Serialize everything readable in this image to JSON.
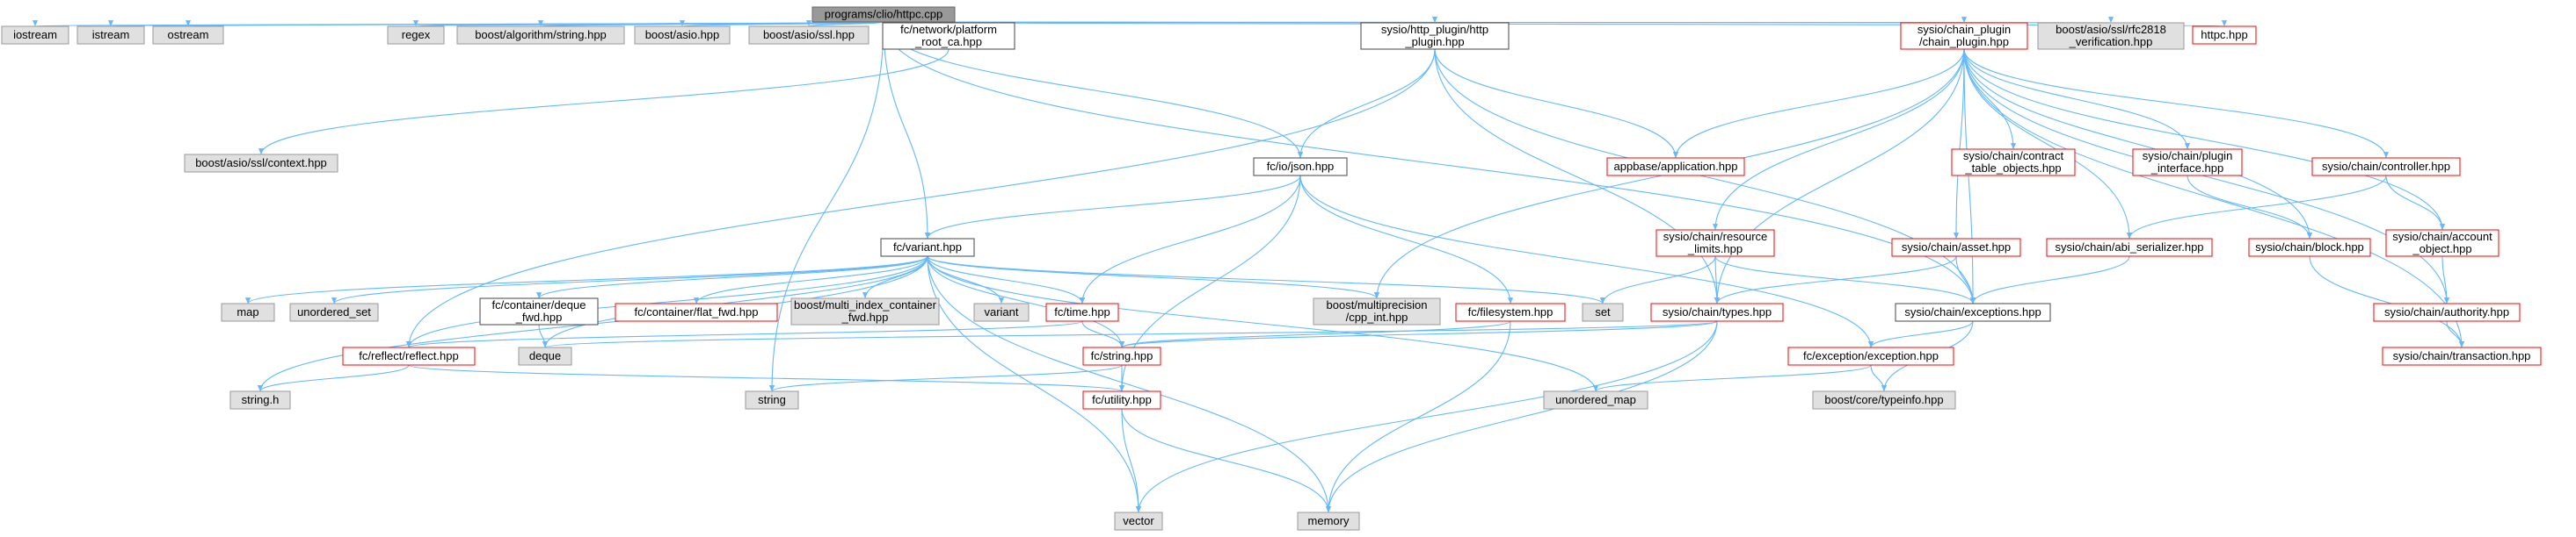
{
  "colors": {
    "root_fill": "#999999",
    "root_stroke": "#666666",
    "documented_fill": "#ffffff",
    "documented_stroke": "#444444",
    "external_fill": "#e0e0e0",
    "external_stroke": "#999999",
    "truncated_stroke": "#ff0000",
    "edge": "#63b8ff",
    "text": "#000000"
  },
  "graph": {
    "nodes": [
      {
        "id": "root",
        "kind": "root",
        "lines": [
          "programs/clio/httpc.cpp"
        ]
      },
      {
        "id": "iostream",
        "kind": "external",
        "lines": [
          "iostream"
        ]
      },
      {
        "id": "istream",
        "kind": "external",
        "lines": [
          "istream"
        ]
      },
      {
        "id": "ostream",
        "kind": "external",
        "lines": [
          "ostream"
        ]
      },
      {
        "id": "regex",
        "kind": "external",
        "lines": [
          "regex"
        ]
      },
      {
        "id": "boost_alg_string",
        "kind": "external",
        "lines": [
          "boost/algorithm/string.hpp"
        ]
      },
      {
        "id": "boost_asio",
        "kind": "external",
        "lines": [
          "boost/asio.hpp"
        ]
      },
      {
        "id": "boost_asio_ssl",
        "kind": "external",
        "lines": [
          "boost/asio/ssl.hpp"
        ]
      },
      {
        "id": "fc_network_root_ca",
        "kind": "documented",
        "lines": [
          "fc/network/platform",
          "_root_ca.hpp"
        ]
      },
      {
        "id": "http_plugin",
        "kind": "documented",
        "lines": [
          "sysio/http_plugin/http",
          "_plugin.hpp"
        ]
      },
      {
        "id": "chain_plugin",
        "kind": "truncated",
        "lines": [
          "sysio/chain_plugin",
          "/chain_plugin.hpp"
        ]
      },
      {
        "id": "rfc2818",
        "kind": "external",
        "lines": [
          "boost/asio/ssl/rfc2818",
          "_verification.hpp"
        ]
      },
      {
        "id": "httpc_hpp",
        "kind": "truncated",
        "lines": [
          "httpc.hpp"
        ]
      },
      {
        "id": "ssl_context",
        "kind": "external",
        "lines": [
          "boost/asio/ssl/context.hpp"
        ]
      },
      {
        "id": "fc_io_json",
        "kind": "documented",
        "lines": [
          "fc/io/json.hpp"
        ]
      },
      {
        "id": "appbase_app",
        "kind": "truncated",
        "lines": [
          "appbase/application.hpp"
        ]
      },
      {
        "id": "contract_table_objects",
        "kind": "truncated",
        "lines": [
          "sysio/chain/contract",
          "_table_objects.hpp"
        ]
      },
      {
        "id": "plugin_interface",
        "kind": "truncated",
        "lines": [
          "sysio/chain/plugin",
          "_interface.hpp"
        ]
      },
      {
        "id": "controller",
        "kind": "truncated",
        "lines": [
          "sysio/chain/controller.hpp"
        ]
      },
      {
        "id": "fc_variant",
        "kind": "documented",
        "lines": [
          "fc/variant.hpp"
        ]
      },
      {
        "id": "resource_limits",
        "kind": "truncated",
        "lines": [
          "sysio/chain/resource",
          "_limits.hpp"
        ]
      },
      {
        "id": "asset",
        "kind": "truncated",
        "lines": [
          "sysio/chain/asset.hpp"
        ]
      },
      {
        "id": "abi_serializer",
        "kind": "truncated",
        "lines": [
          "sysio/chain/abi_serializer.hpp"
        ]
      },
      {
        "id": "block",
        "kind": "truncated",
        "lines": [
          "sysio/chain/block.hpp"
        ]
      },
      {
        "id": "account_object",
        "kind": "truncated",
        "lines": [
          "sysio/chain/account",
          "_object.hpp"
        ]
      },
      {
        "id": "map",
        "kind": "external",
        "lines": [
          "map"
        ]
      },
      {
        "id": "unordered_set",
        "kind": "external",
        "lines": [
          "unordered_set"
        ]
      },
      {
        "id": "deque_fwd",
        "kind": "documented",
        "lines": [
          "fc/container/deque",
          "_fwd.hpp"
        ]
      },
      {
        "id": "flat_fwd",
        "kind": "truncated",
        "lines": [
          "fc/container/flat_fwd.hpp"
        ]
      },
      {
        "id": "multi_index_fwd",
        "kind": "external",
        "lines": [
          "boost/multi_index_container",
          "_fwd.hpp"
        ]
      },
      {
        "id": "variant_std",
        "kind": "external",
        "lines": [
          "variant"
        ]
      },
      {
        "id": "fc_time",
        "kind": "truncated",
        "lines": [
          "fc/time.hpp"
        ]
      },
      {
        "id": "cpp_int",
        "kind": "external",
        "lines": [
          "boost/multiprecision",
          "/cpp_int.hpp"
        ]
      },
      {
        "id": "fc_filesystem",
        "kind": "truncated",
        "lines": [
          "fc/filesystem.hpp"
        ]
      },
      {
        "id": "set",
        "kind": "external",
        "lines": [
          "set"
        ]
      },
      {
        "id": "chain_types",
        "kind": "truncated",
        "lines": [
          "sysio/chain/types.hpp"
        ]
      },
      {
        "id": "chain_exceptions",
        "kind": "documented",
        "lines": [
          "sysio/chain/exceptions.hpp"
        ]
      },
      {
        "id": "authority",
        "kind": "truncated",
        "lines": [
          "sysio/chain/authority.hpp"
        ]
      },
      {
        "id": "transaction",
        "kind": "truncated",
        "lines": [
          "sysio/chain/transaction.hpp"
        ]
      },
      {
        "id": "fc_reflect",
        "kind": "truncated",
        "lines": [
          "fc/reflect/reflect.hpp"
        ]
      },
      {
        "id": "deque",
        "kind": "external",
        "lines": [
          "deque"
        ]
      },
      {
        "id": "fc_string",
        "kind": "truncated",
        "lines": [
          "fc/string.hpp"
        ]
      },
      {
        "id": "fc_exception",
        "kind": "truncated",
        "lines": [
          "fc/exception/exception.hpp"
        ]
      },
      {
        "id": "string_h",
        "kind": "external",
        "lines": [
          "string.h"
        ]
      },
      {
        "id": "string_std",
        "kind": "external",
        "lines": [
          "string"
        ]
      },
      {
        "id": "fc_utility",
        "kind": "truncated",
        "lines": [
          "fc/utility.hpp"
        ]
      },
      {
        "id": "unordered_map",
        "kind": "external",
        "lines": [
          "unordered_map"
        ]
      },
      {
        "id": "typeinfo",
        "kind": "external",
        "lines": [
          "boost/core/typeinfo.hpp"
        ]
      },
      {
        "id": "vector",
        "kind": "external",
        "lines": [
          "vector"
        ]
      },
      {
        "id": "memory",
        "kind": "external",
        "lines": [
          "memory"
        ]
      }
    ],
    "edges": [
      [
        "root",
        "iostream"
      ],
      [
        "root",
        "istream"
      ],
      [
        "root",
        "ostream"
      ],
      [
        "root",
        "regex"
      ],
      [
        "root",
        "boost_alg_string"
      ],
      [
        "root",
        "boost_asio"
      ],
      [
        "root",
        "boost_asio_ssl"
      ],
      [
        "root",
        "fc_network_root_ca"
      ],
      [
        "root",
        "http_plugin"
      ],
      [
        "root",
        "chain_plugin"
      ],
      [
        "root",
        "rfc2818"
      ],
      [
        "root",
        "httpc_hpp"
      ],
      [
        "root",
        "fc_io_json"
      ],
      [
        "root",
        "fc_variant"
      ],
      [
        "root",
        "string_std"
      ],
      [
        "root",
        "chain_exceptions"
      ],
      [
        "fc_network_root_ca",
        "ssl_context"
      ],
      [
        "http_plugin",
        "fc_io_json"
      ],
      [
        "http_plugin",
        "appbase_app"
      ],
      [
        "http_plugin",
        "chain_exceptions"
      ],
      [
        "http_plugin",
        "chain_types"
      ],
      [
        "http_plugin",
        "fc_reflect"
      ],
      [
        "chain_plugin",
        "appbase_app"
      ],
      [
        "chain_plugin",
        "contract_table_objects"
      ],
      [
        "chain_plugin",
        "plugin_interface"
      ],
      [
        "chain_plugin",
        "controller"
      ],
      [
        "chain_plugin",
        "resource_limits"
      ],
      [
        "chain_plugin",
        "asset"
      ],
      [
        "chain_plugin",
        "abi_serializer"
      ],
      [
        "chain_plugin",
        "block"
      ],
      [
        "chain_plugin",
        "account_object"
      ],
      [
        "chain_plugin",
        "authority"
      ],
      [
        "chain_plugin",
        "transaction"
      ],
      [
        "chain_plugin",
        "chain_exceptions"
      ],
      [
        "chain_plugin",
        "chain_types"
      ],
      [
        "chain_plugin",
        "cpp_int"
      ],
      [
        "fc_io_json",
        "fc_variant"
      ],
      [
        "fc_io_json",
        "fc_time"
      ],
      [
        "fc_io_json",
        "fc_filesystem"
      ],
      [
        "fc_io_json",
        "fc_exception"
      ],
      [
        "fc_io_json",
        "fc_utility"
      ],
      [
        "fc_variant",
        "map"
      ],
      [
        "fc_variant",
        "unordered_set"
      ],
      [
        "fc_variant",
        "deque_fwd"
      ],
      [
        "fc_variant",
        "flat_fwd"
      ],
      [
        "fc_variant",
        "multi_index_fwd"
      ],
      [
        "fc_variant",
        "variant_std"
      ],
      [
        "fc_variant",
        "fc_time"
      ],
      [
        "fc_variant",
        "cpp_int"
      ],
      [
        "fc_variant",
        "set"
      ],
      [
        "fc_variant",
        "fc_reflect"
      ],
      [
        "fc_variant",
        "deque"
      ],
      [
        "fc_variant",
        "fc_string"
      ],
      [
        "fc_variant",
        "string_h"
      ],
      [
        "fc_variant",
        "vector"
      ],
      [
        "fc_variant",
        "memory"
      ],
      [
        "fc_variant",
        "unordered_map"
      ],
      [
        "deque_fwd",
        "deque"
      ],
      [
        "fc_time",
        "fc_string"
      ],
      [
        "fc_time",
        "fc_reflect"
      ],
      [
        "fc_filesystem",
        "fc_string"
      ],
      [
        "fc_filesystem",
        "memory"
      ],
      [
        "resource_limits",
        "chain_types"
      ],
      [
        "resource_limits",
        "set"
      ],
      [
        "resource_limits",
        "chain_exceptions"
      ],
      [
        "asset",
        "chain_types"
      ],
      [
        "asset",
        "chain_exceptions"
      ],
      [
        "abi_serializer",
        "chain_exceptions"
      ],
      [
        "plugin_interface",
        "block"
      ],
      [
        "controller",
        "abi_serializer"
      ],
      [
        "controller",
        "account_object"
      ],
      [
        "block",
        "transaction"
      ],
      [
        "account_object",
        "authority"
      ],
      [
        "authority",
        "transaction"
      ],
      [
        "chain_types",
        "fc_string"
      ],
      [
        "chain_types",
        "deque"
      ],
      [
        "chain_types",
        "vector"
      ],
      [
        "chain_types",
        "memory"
      ],
      [
        "chain_exceptions",
        "fc_exception"
      ],
      [
        "chain_exceptions",
        "typeinfo"
      ],
      [
        "fc_reflect",
        "string_h"
      ],
      [
        "fc_reflect",
        "fc_utility"
      ],
      [
        "fc_string",
        "string_std"
      ],
      [
        "fc_string",
        "fc_utility"
      ],
      [
        "fc_exception",
        "unordered_map"
      ],
      [
        "fc_exception",
        "typeinfo"
      ],
      [
        "fc_utility",
        "vector"
      ],
      [
        "fc_utility",
        "memory"
      ]
    ]
  }
}
